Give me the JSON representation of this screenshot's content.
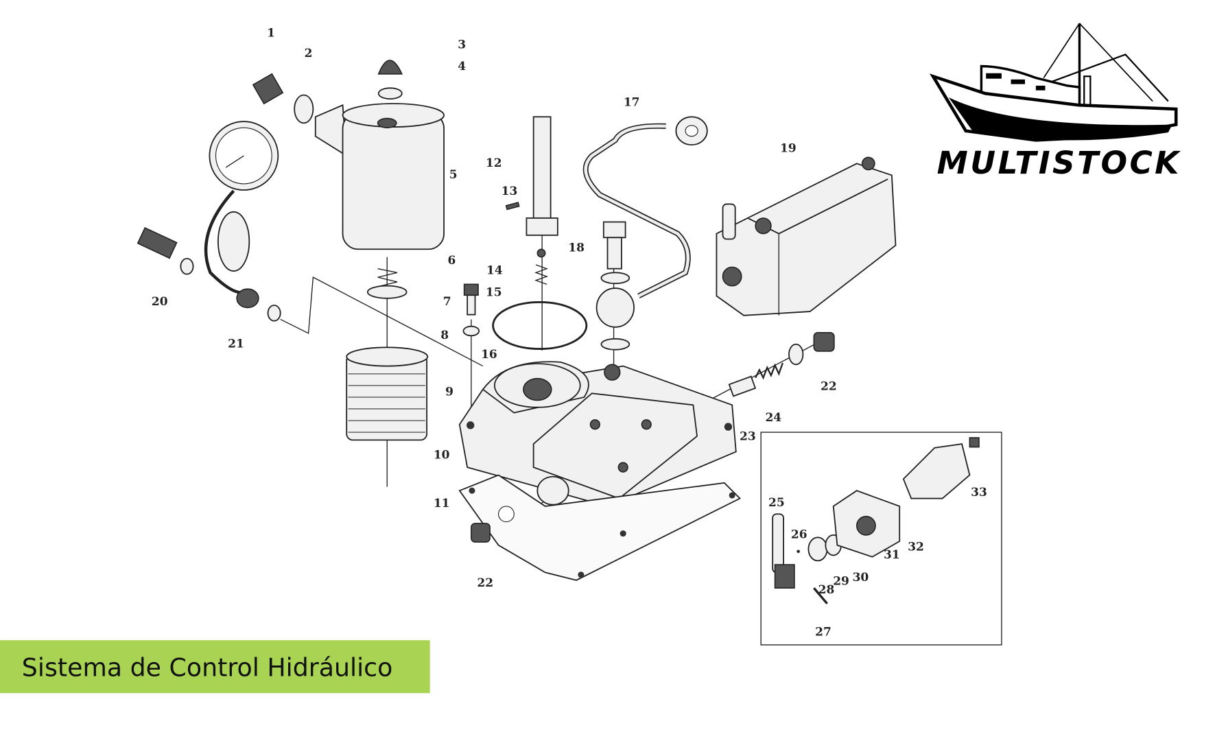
{
  "logo": {
    "text": "MULTISTOCK"
  },
  "banner": {
    "title": "Sistema de Control Hidráulico",
    "color": "#a9d353"
  },
  "diagram": {
    "labels": [
      "1",
      "2",
      "3",
      "4",
      "5",
      "6",
      "7",
      "8",
      "9",
      "10",
      "11",
      "12",
      "13",
      "14",
      "15",
      "16",
      "17",
      "18",
      "19",
      "20",
      "21",
      "22",
      "22",
      "23",
      "24",
      "25",
      "26",
      "27",
      "28",
      "29",
      "30",
      "31",
      "32",
      "33"
    ]
  }
}
